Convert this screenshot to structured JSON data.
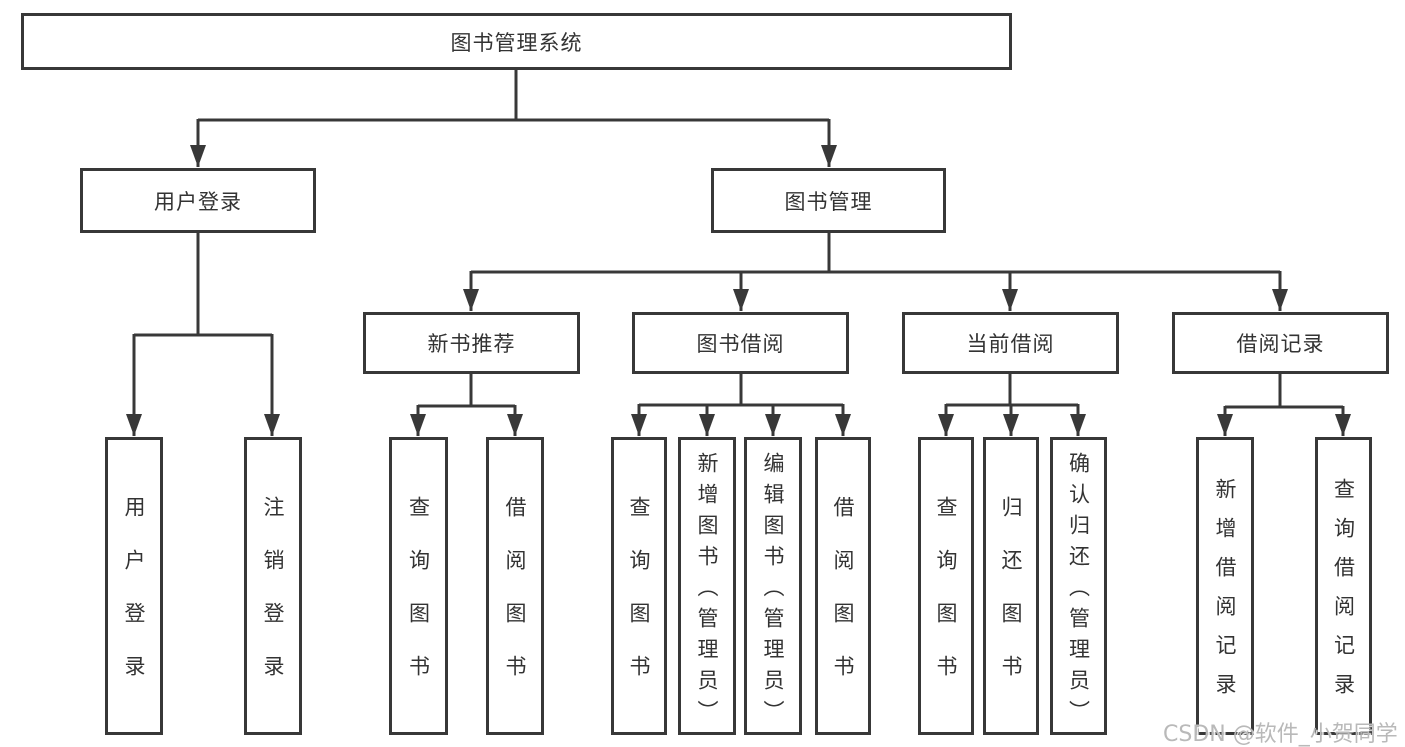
{
  "tree": {
    "root": {
      "label": "图书管理系统"
    },
    "children": [
      {
        "label": "用户登录",
        "children": [
          {
            "label": "用户登录"
          },
          {
            "label": "注销登录"
          }
        ]
      },
      {
        "label": "图书管理",
        "children": [
          {
            "label": "新书推荐",
            "children": [
              {
                "label": "查询图书"
              },
              {
                "label": "借阅图书"
              }
            ]
          },
          {
            "label": "图书借阅",
            "children": [
              {
                "label": "查询图书"
              },
              {
                "label": "新增图书（管理员）"
              },
              {
                "label": "编辑图书（管理员）"
              },
              {
                "label": "借阅图书"
              }
            ]
          },
          {
            "label": "当前借阅",
            "children": [
              {
                "label": "查询图书"
              },
              {
                "label": "归还图书"
              },
              {
                "label": "确认归还（管理员）"
              }
            ]
          },
          {
            "label": "借阅记录",
            "children": [
              {
                "label": "新增借阅记录"
              },
              {
                "label": "查询借阅记录"
              }
            ]
          }
        ]
      }
    ]
  },
  "watermark": {
    "text": "CSDN @软件_小贺同学"
  },
  "colors": {
    "line": "#383838",
    "text": "#333333",
    "background": "#ffffff",
    "watermark": "#b9b9b9"
  }
}
